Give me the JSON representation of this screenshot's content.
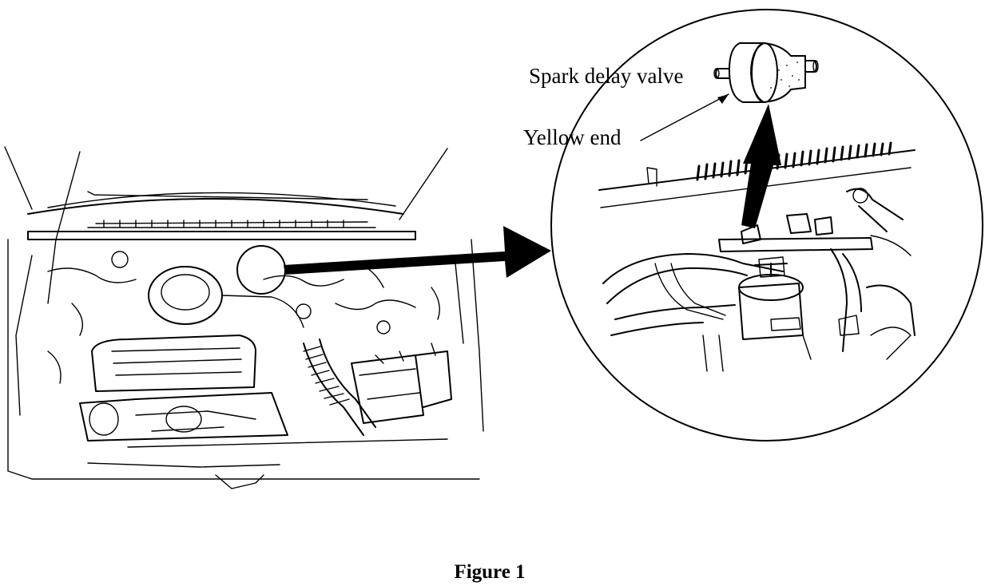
{
  "labels": {
    "valve": "Spark delay valve",
    "yellow_end": "Yellow end"
  },
  "caption": "Figure 1",
  "colors": {
    "ink": "#000000",
    "paper": "#ffffff"
  }
}
